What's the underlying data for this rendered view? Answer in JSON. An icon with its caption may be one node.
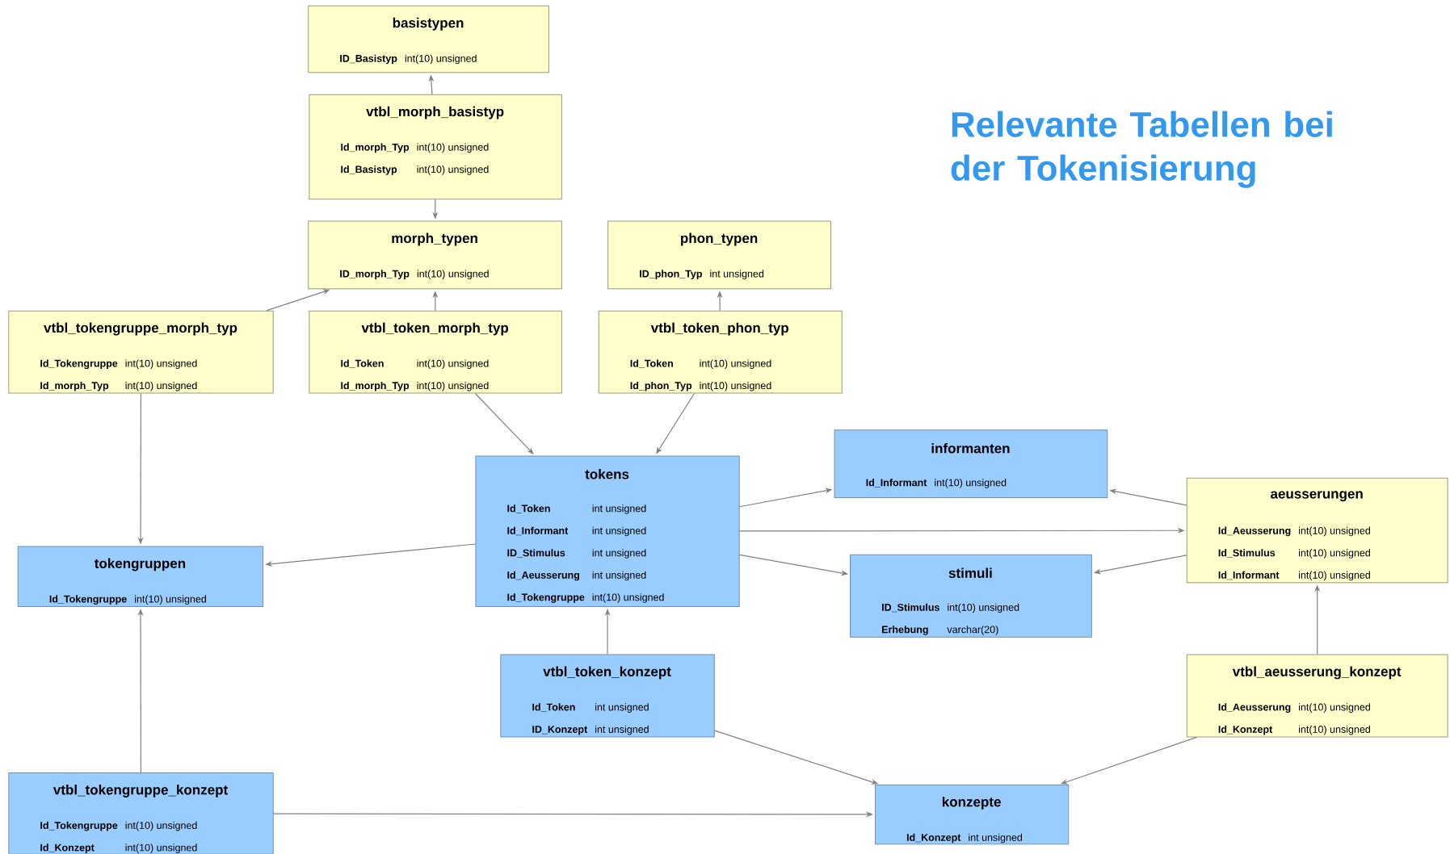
{
  "diagram": {
    "title": "Relevante Tabellen bei der Tokenisierung",
    "nodes": [
      {
        "text": [
          "basistypen",
          "ID_Basistyp",
          "int(10) unsigned"
        ]
      },
      {
        "text": [
          "vtbl_morph_basistyp",
          "Id_morph_Typ",
          "int(10) unsigned",
          "Id_Basistyp",
          "int(10) unsigned"
        ]
      },
      {
        "text": [
          "morph_typen",
          "ID_morph_Typ",
          "int(10) unsigned"
        ]
      },
      {
        "text": [
          "phon_typen",
          "ID_phon_Typ",
          "int unsigned"
        ]
      },
      {
        "text": [
          "vtbl_tokengruppe_morph_typ",
          "Id_Tokengruppe",
          "int(10) unsigned",
          "Id_morph_Typ",
          "int(10) unsigned"
        ]
      },
      {
        "text": [
          "vtbl_token_morph_typ",
          "Id_Token",
          "int(10) unsigned",
          "Id_morph_Typ",
          "int(10) unsigned"
        ]
      },
      {
        "text": [
          "vtbl_token_phon_typ",
          "Id_Token",
          "int(10) unsigned",
          "Id_phon_Typ",
          "int(10) unsigned"
        ]
      },
      {
        "text": [
          "tokens",
          "Id_Token",
          "int unsigned",
          "Id_Informant",
          "int unsigned",
          "ID_Stimulus",
          "int unsigned",
          "Id_Aeusserung",
          "int unsigned",
          "Id_Tokengruppe",
          "int(10) unsigned"
        ]
      },
      {
        "text": [
          "informanten",
          "Id_Informant",
          "int(10) unsigned"
        ]
      },
      {
        "text": [
          "aeusserungen",
          "Id_Aeusserung",
          "int(10) unsigned",
          "Id_Stimulus",
          "int(10) unsigned",
          "Id_Informant",
          "int(10) unsigned"
        ]
      },
      {
        "text": [
          "tokengruppen",
          "Id_Tokengruppe",
          "int(10) unsigned"
        ]
      },
      {
        "text": [
          "stimuli",
          "ID_Stimulus",
          "int(10) unsigned",
          "Erhebung",
          "varchar(20)"
        ]
      },
      {
        "text": [
          "vtbl_token_konzept",
          "Id_Token",
          "int unsigned",
          "ID_Konzept",
          "int unsigned"
        ]
      },
      {
        "text": [
          "vtbl_aeusserung_konzept",
          "Id_Aeusserung",
          "int(10) unsigned",
          "Id_Konzept",
          "int(10) unsigned"
        ]
      },
      {
        "text": [
          "vtbl_tokengruppe_konzept",
          "Id_Tokengruppe",
          "int(10) unsigned",
          "Id_Konzept",
          "int(10) unsigned"
        ]
      },
      {
        "text": [
          "konzepte",
          "Id_Konzept",
          "int unsigned"
        ]
      }
    ],
    "edges": [
      {
        "from": 1,
        "to": 0,
        "arrow": "to"
      },
      {
        "from": 1,
        "to": 2,
        "arrow": "to"
      },
      {
        "from": 4,
        "to": 2,
        "arrow": "to"
      },
      {
        "from": 5,
        "to": 2,
        "arrow": "to"
      },
      {
        "from": 6,
        "to": 3,
        "arrow": "to"
      },
      {
        "from": 5,
        "to": 7,
        "arrow": "to"
      },
      {
        "from": 6,
        "to": 7,
        "arrow": "to"
      },
      {
        "from": 7,
        "to": 8,
        "arrow": "to"
      },
      {
        "from": 9,
        "to": 8,
        "arrow": "to"
      },
      {
        "from": 7,
        "to": 9,
        "arrow": "to"
      },
      {
        "from": 7,
        "to": 11,
        "arrow": "to"
      },
      {
        "from": 9,
        "to": 11,
        "arrow": "to"
      },
      {
        "from": 7,
        "to": 10,
        "arrow": "to"
      },
      {
        "from": 4,
        "to": 10,
        "arrow": "to"
      },
      {
        "from": 12,
        "to": 7,
        "arrow": "to"
      },
      {
        "from": 13,
        "to": 9,
        "arrow": "to"
      },
      {
        "from": 12,
        "to": 15,
        "arrow": "to"
      },
      {
        "from": 13,
        "to": 15,
        "arrow": "to"
      },
      {
        "from": 14,
        "to": 10,
        "arrow": "to"
      },
      {
        "from": 14,
        "to": 15,
        "arrow": "to"
      }
    ]
  }
}
